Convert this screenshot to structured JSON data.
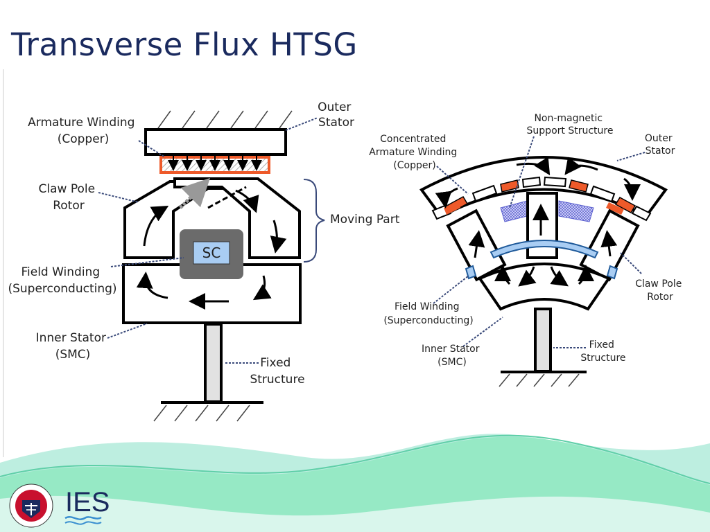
{
  "slide": {
    "title": "Transverse Flux HTSG",
    "logo_text": "IES"
  },
  "left_diagram": {
    "outer_stator": [
      "Outer",
      "Stator"
    ],
    "armature_winding": [
      "Armature Winding",
      "(Copper)"
    ],
    "claw_pole_rotor": [
      "Claw Pole",
      "Rotor"
    ],
    "moving_part": "Moving Part",
    "sc": "SC",
    "field_winding": [
      "Field Winding",
      "(Superconducting)"
    ],
    "inner_stator": [
      "Inner Stator",
      "(SMC)"
    ],
    "fixed_structure": [
      "Fixed",
      "Structure"
    ]
  },
  "right_diagram": {
    "non_magnetic": [
      "Non-magnetic",
      "Support Structure"
    ],
    "concentrated_winding": [
      "Concentrated",
      "Armature Winding",
      "(Copper)"
    ],
    "outer_stator": [
      "Outer",
      "Stator"
    ],
    "claw_pole_rotor": [
      "Claw Pole",
      "Rotor"
    ],
    "field_winding": [
      "Field Winding",
      "(Superconducting)"
    ],
    "inner_stator": [
      "Inner Stator",
      "(SMC)"
    ],
    "fixed_structure": [
      "Fixed",
      "Structure"
    ]
  },
  "colors": {
    "title": "#1a2a5e",
    "copper": "#ee5a2a",
    "superconductor": "#a9cdf3",
    "sc_housing": "#6b6b6b",
    "support": "#7d80e0",
    "wave": "#7fe0b0"
  }
}
